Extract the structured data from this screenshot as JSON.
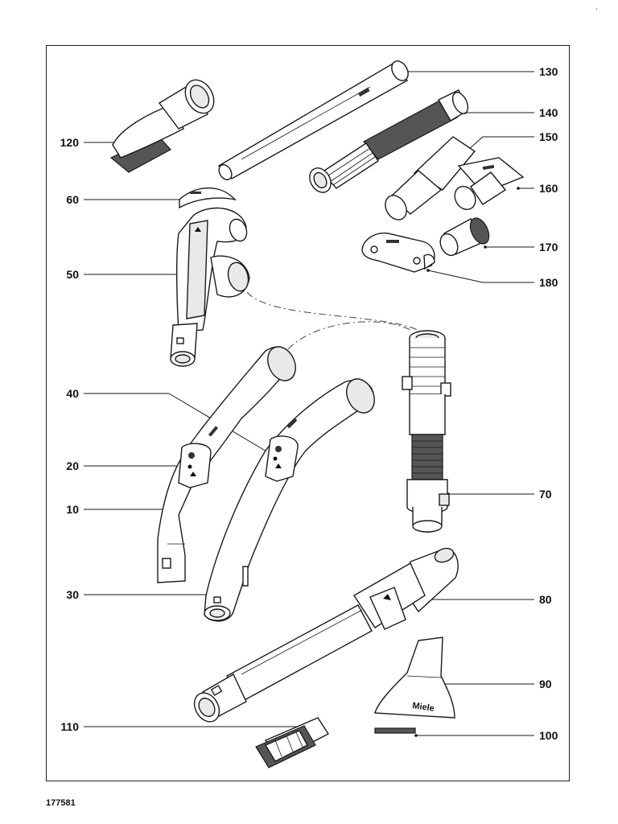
{
  "document_number": "177581",
  "corner_mark": "ˎ",
  "labels": {
    "left": [
      "120",
      "60",
      "50",
      "40",
      "20",
      "10",
      "30",
      "110"
    ],
    "right": [
      "130",
      "140",
      "150",
      "160",
      "170",
      "180",
      "70",
      "80",
      "90",
      "100"
    ]
  },
  "brand_mark": "Miele"
}
